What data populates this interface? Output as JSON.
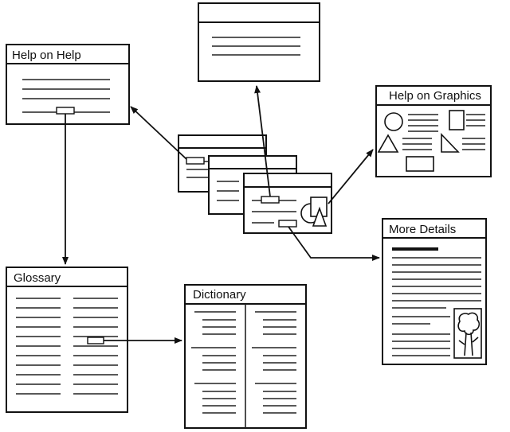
{
  "windows": {
    "help_on_help": {
      "title": "Help on Help"
    },
    "help_on_graphics": {
      "title": "Help on Graphics"
    },
    "glossary": {
      "title": "Glossary"
    },
    "dictionary": {
      "title": "Dictionary"
    },
    "more_details": {
      "title": "More Details"
    }
  },
  "colors": {
    "line": "#111111",
    "background": "#ffffff"
  },
  "icons": [
    "circle-shape",
    "triangle-shape",
    "rectangle-shape",
    "tree-image"
  ]
}
